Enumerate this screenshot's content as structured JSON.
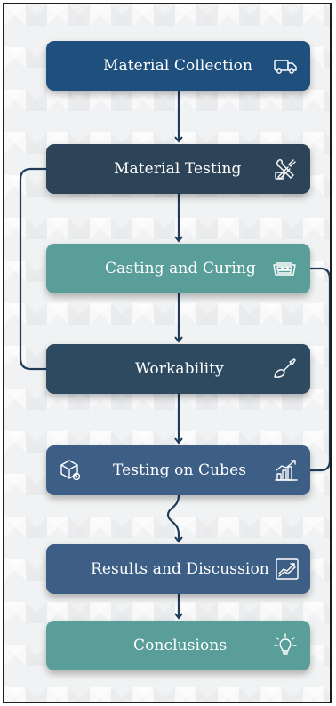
{
  "nodes": [
    {
      "label": "Material Collection",
      "icon": "truck-icon",
      "color": "#1e4f7d"
    },
    {
      "label": "Material Testing",
      "icon": "tools-icon",
      "color": "#2c4358"
    },
    {
      "label": "Casting and Curing",
      "icon": "mold-tray-icon",
      "color": "#5a9e9a"
    },
    {
      "label": "Workability",
      "icon": "trowel-icon",
      "color": "#2e4a61"
    },
    {
      "label": "Testing on Cubes",
      "icon": "cube-icon",
      "color": "#3d5f86"
    },
    {
      "label": "Results and Discussion",
      "icon": "chart-icon",
      "color": "#3d5f86"
    },
    {
      "label": "Conclusions",
      "icon": "lightbulb-icon",
      "color": "#5a9e9a"
    }
  ],
  "colors": {
    "connector": "#1e3c5a"
  }
}
